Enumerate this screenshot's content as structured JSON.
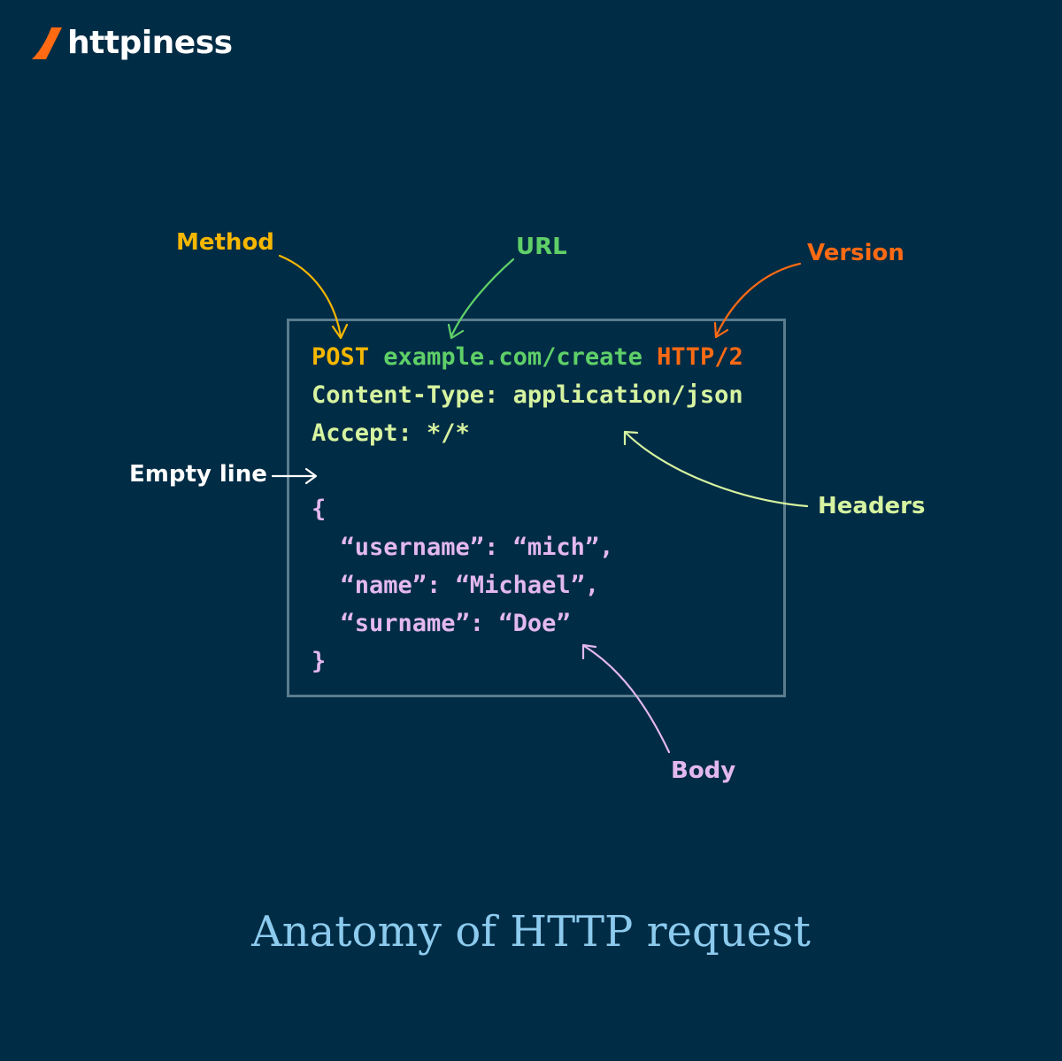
{
  "brand": {
    "name": "httpiness",
    "mark_icon": "orange-slash-logo-icon"
  },
  "labels": {
    "method": "Method",
    "url": "URL",
    "version": "Version",
    "headers": "Headers",
    "empty_line": "Empty line",
    "body": "Body"
  },
  "request": {
    "method": "POST",
    "url": "example.com/create",
    "version": "HTTP/2",
    "headers": [
      "Content-Type: application/json",
      "Accept: */*"
    ],
    "body_lines": [
      "{",
      "  “username”: “mich”,",
      "  “name”: “Michael”,",
      "  “surname”: “Doe”",
      "}"
    ]
  },
  "caption": "Anatomy of HTTP request",
  "colors": {
    "background": "#012c45",
    "method": "#f5b700",
    "url": "#5fd068",
    "version": "#ff6a13",
    "headers": "#d6f3a0",
    "body": "#e3b8f0",
    "caption": "#8ccbee",
    "box_border": "#5a7c8f"
  }
}
